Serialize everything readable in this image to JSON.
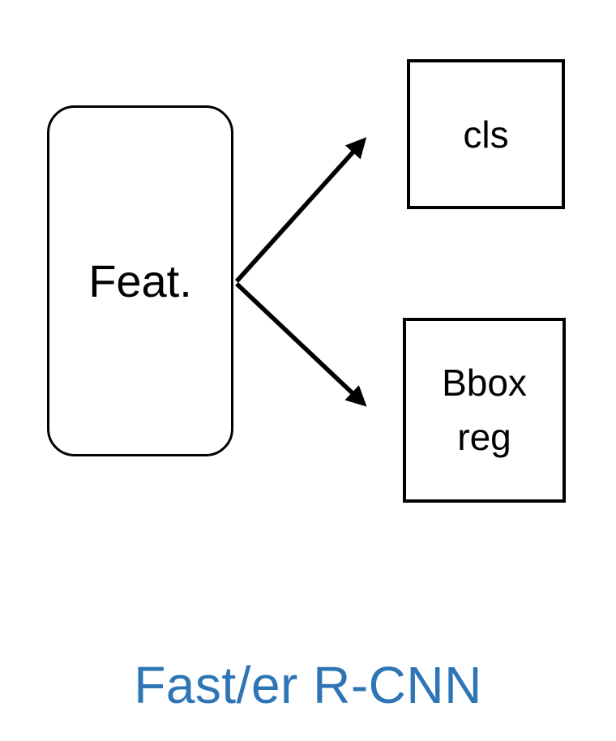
{
  "diagram": {
    "feature_box": {
      "label": "Feat."
    },
    "cls_box": {
      "label": "cls"
    },
    "bbox_box": {
      "lines": [
        "Bbox",
        "reg"
      ]
    },
    "title": {
      "text": "Fast/er R-CNN"
    },
    "colors": {
      "title_blue": "#2E75B6",
      "shape_stroke": "#000000",
      "background": "#FFFFFF"
    },
    "connections": [
      {
        "from": "feature_box",
        "to": "cls_box",
        "style": "arrow"
      },
      {
        "from": "feature_box",
        "to": "bbox_box",
        "style": "arrow"
      }
    ]
  }
}
